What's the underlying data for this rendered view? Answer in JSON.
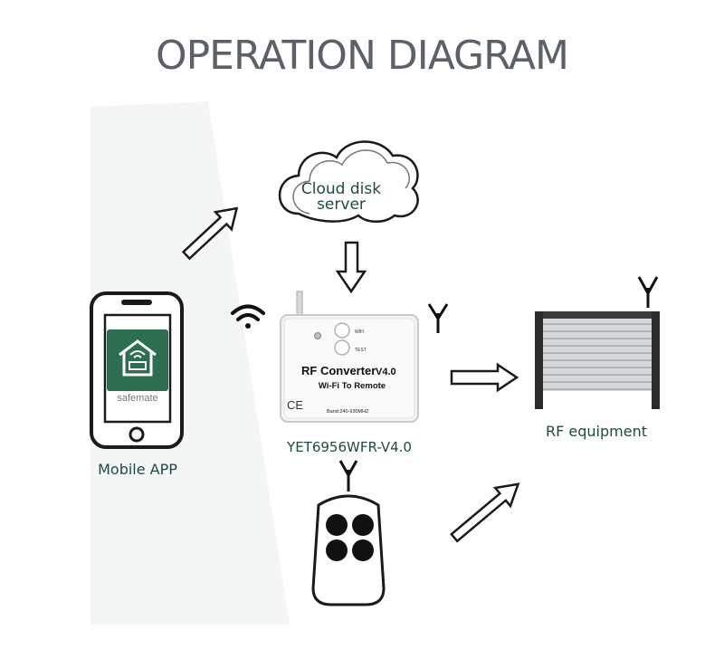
{
  "title": "OPERATION DIAGRAM",
  "nodes": {
    "cloud": {
      "line1": "Cloud disk",
      "line2": "server"
    },
    "phone": {
      "app_name": "safemate",
      "caption": "Mobile APP"
    },
    "converter": {
      "title": "RF Converter",
      "version": "V4.0",
      "subtitle": "Wi-Fi To Remote",
      "band": "Band:240-930MHZ",
      "ce": "CE",
      "btn_wifi": "WIFI",
      "btn_test": "TEST",
      "model": "YET6956WFR-V4.0"
    },
    "equipment": {
      "caption": "RF equipment"
    },
    "remote": {}
  },
  "colors": {
    "title": "#5c6168",
    "label_green": "#1e4a45",
    "app_green": "#2e6e50",
    "outline": "#1a1a1a"
  }
}
